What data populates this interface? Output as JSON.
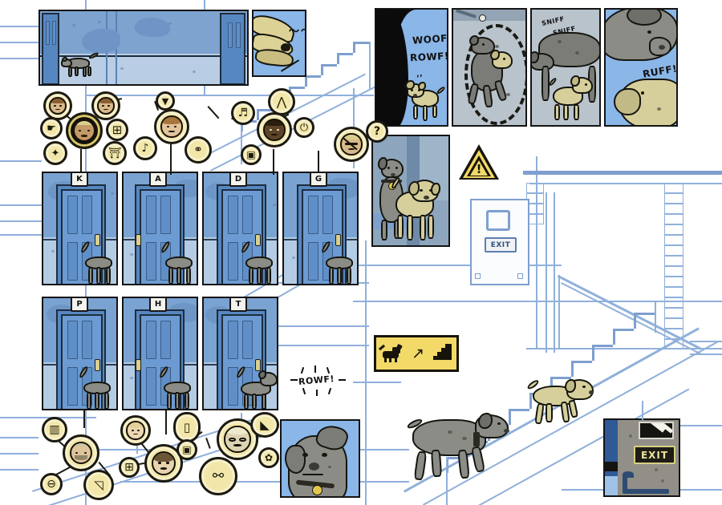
{
  "page": {
    "title": "Comic page — dogs in apartment building",
    "bg_color": "#ffffff",
    "blueprint_color": "#8fb0db",
    "accent_yellow": "#f2e7a8",
    "sign_yellow": "#f2d968",
    "panel_border": "#141414",
    "door_blue": "#6b9bd2",
    "sky_blue": "#8ab6e8"
  },
  "top_hallway": {
    "name": "hallway-panel",
    "dog": "gray-dog-walking"
  },
  "nose_inset": {
    "name": "dog-nose-closeup",
    "stink_lines": "}}}"
  },
  "comic_strip": {
    "panels": [
      {
        "id": "woof",
        "bg": "#0b0b0b",
        "sfx": [
          "WOOF!",
          "ROWF!"
        ],
        "subject": "tan-puppy-running"
      },
      {
        "id": "sniff-circle",
        "bg": "#b9c3cc",
        "sfx": [],
        "subject": "gray-dog-and-puppy-circling"
      },
      {
        "id": "sniff-sniff",
        "bg": "#b9c3cc",
        "sfx": [
          "SNIFF",
          "SNIFF"
        ],
        "subject": "big-gray-dog-over-puppy"
      },
      {
        "id": "ruff",
        "bg": "#8ab6e8",
        "sfx": [
          "RUFF!"
        ],
        "subject": "gray-dog-and-tan-dog-faces"
      }
    ]
  },
  "two_dogs_panel": {
    "name": "two-dogs-panel",
    "subjects": [
      "gray-dog-with-collar",
      "tan-puppy"
    ]
  },
  "warning": {
    "name": "warning-triangle",
    "glyph": "!",
    "color": "#f2d968"
  },
  "doors": {
    "row1": [
      {
        "label": "K",
        "dog": "gray-dog"
      },
      {
        "label": "A",
        "dog": "gray-dog"
      },
      {
        "label": "D",
        "dog": "gray-dog"
      },
      {
        "label": "G",
        "dog": "gray-dog"
      }
    ],
    "row2": [
      {
        "label": "P",
        "dog": "gray-dog"
      },
      {
        "label": "H",
        "dog": "gray-dog"
      },
      {
        "label": "T",
        "dog": "gray-dog-barking"
      }
    ]
  },
  "rowf_burst": {
    "text": "ROWF!"
  },
  "dog_portrait": {
    "name": "dog-portrait-panel",
    "subject": "gray-dog-head-with-collar-tag"
  },
  "signs": {
    "stairs_dog": {
      "name": "dog-stairs-sign",
      "dog_glyph": "dog-silhouette",
      "arrow_glyph": "↗",
      "stairs_glyph": "stairs-symbol"
    },
    "exit_door_plate": {
      "text": "EXIT"
    },
    "exit_lit_sign": {
      "text": "EXIT"
    }
  },
  "stairwell": {
    "name": "stairwell-scene",
    "dogs": [
      "big-gray-dog-climbing",
      "tan-puppy-climbing"
    ]
  },
  "icon_cluster_top": {
    "name": "icon-cluster-top",
    "nodes": [
      {
        "id": "face-child-1",
        "type": "face",
        "glyph": ""
      },
      {
        "id": "face-child-2",
        "type": "face",
        "glyph": ""
      },
      {
        "id": "face-dark-main",
        "type": "face",
        "glyph": ""
      },
      {
        "id": "hand",
        "type": "glyph",
        "glyph": "☛"
      },
      {
        "id": "candy",
        "type": "glyph",
        "glyph": "🍬"
      },
      {
        "id": "grid",
        "type": "glyph",
        "glyph": "⊞"
      },
      {
        "id": "bench",
        "type": "glyph",
        "glyph": "⛹"
      },
      {
        "id": "triangle-down",
        "type": "glyph",
        "glyph": "▼"
      },
      {
        "id": "face-teen",
        "type": "face",
        "glyph": ""
      },
      {
        "id": "guitar",
        "type": "glyph",
        "glyph": "♪"
      },
      {
        "id": "bicycle",
        "type": "glyph",
        "glyph": "⚲"
      },
      {
        "id": "music-note",
        "type": "glyph",
        "glyph": "♬"
      },
      {
        "id": "compass",
        "type": "glyph",
        "glyph": "⋀"
      },
      {
        "id": "face-beard",
        "type": "face",
        "glyph": ""
      },
      {
        "id": "power",
        "type": "glyph",
        "glyph": "⏻"
      },
      {
        "id": "coffee",
        "type": "glyph",
        "glyph": "☕"
      },
      {
        "id": "face-shades",
        "type": "face",
        "glyph": ""
      },
      {
        "id": "question",
        "type": "glyph",
        "glyph": "?"
      }
    ]
  },
  "icon_cluster_bottom": {
    "name": "icon-cluster-bottom",
    "nodes": [
      {
        "id": "book",
        "type": "glyph",
        "glyph": "📖"
      },
      {
        "id": "face-old-man",
        "type": "face",
        "glyph": ""
      },
      {
        "id": "minus",
        "type": "glyph",
        "glyph": "⊖"
      },
      {
        "id": "lamp",
        "type": "glyph",
        "glyph": "⌐"
      },
      {
        "id": "face-girl",
        "type": "face",
        "glyph": ""
      },
      {
        "id": "face-woman",
        "type": "face",
        "glyph": ""
      },
      {
        "id": "grid-2",
        "type": "glyph",
        "glyph": "⊞"
      },
      {
        "id": "bottle",
        "type": "glyph",
        "glyph": "🍼"
      },
      {
        "id": "cup",
        "type": "glyph",
        "glyph": "☕"
      },
      {
        "id": "bone-paws",
        "type": "glyph",
        "glyph": "🦴"
      },
      {
        "id": "face-granny",
        "type": "face",
        "glyph": ""
      },
      {
        "id": "teapot",
        "type": "glyph",
        "glyph": "🫖"
      },
      {
        "id": "plant",
        "type": "glyph",
        "glyph": "✿"
      }
    ]
  }
}
